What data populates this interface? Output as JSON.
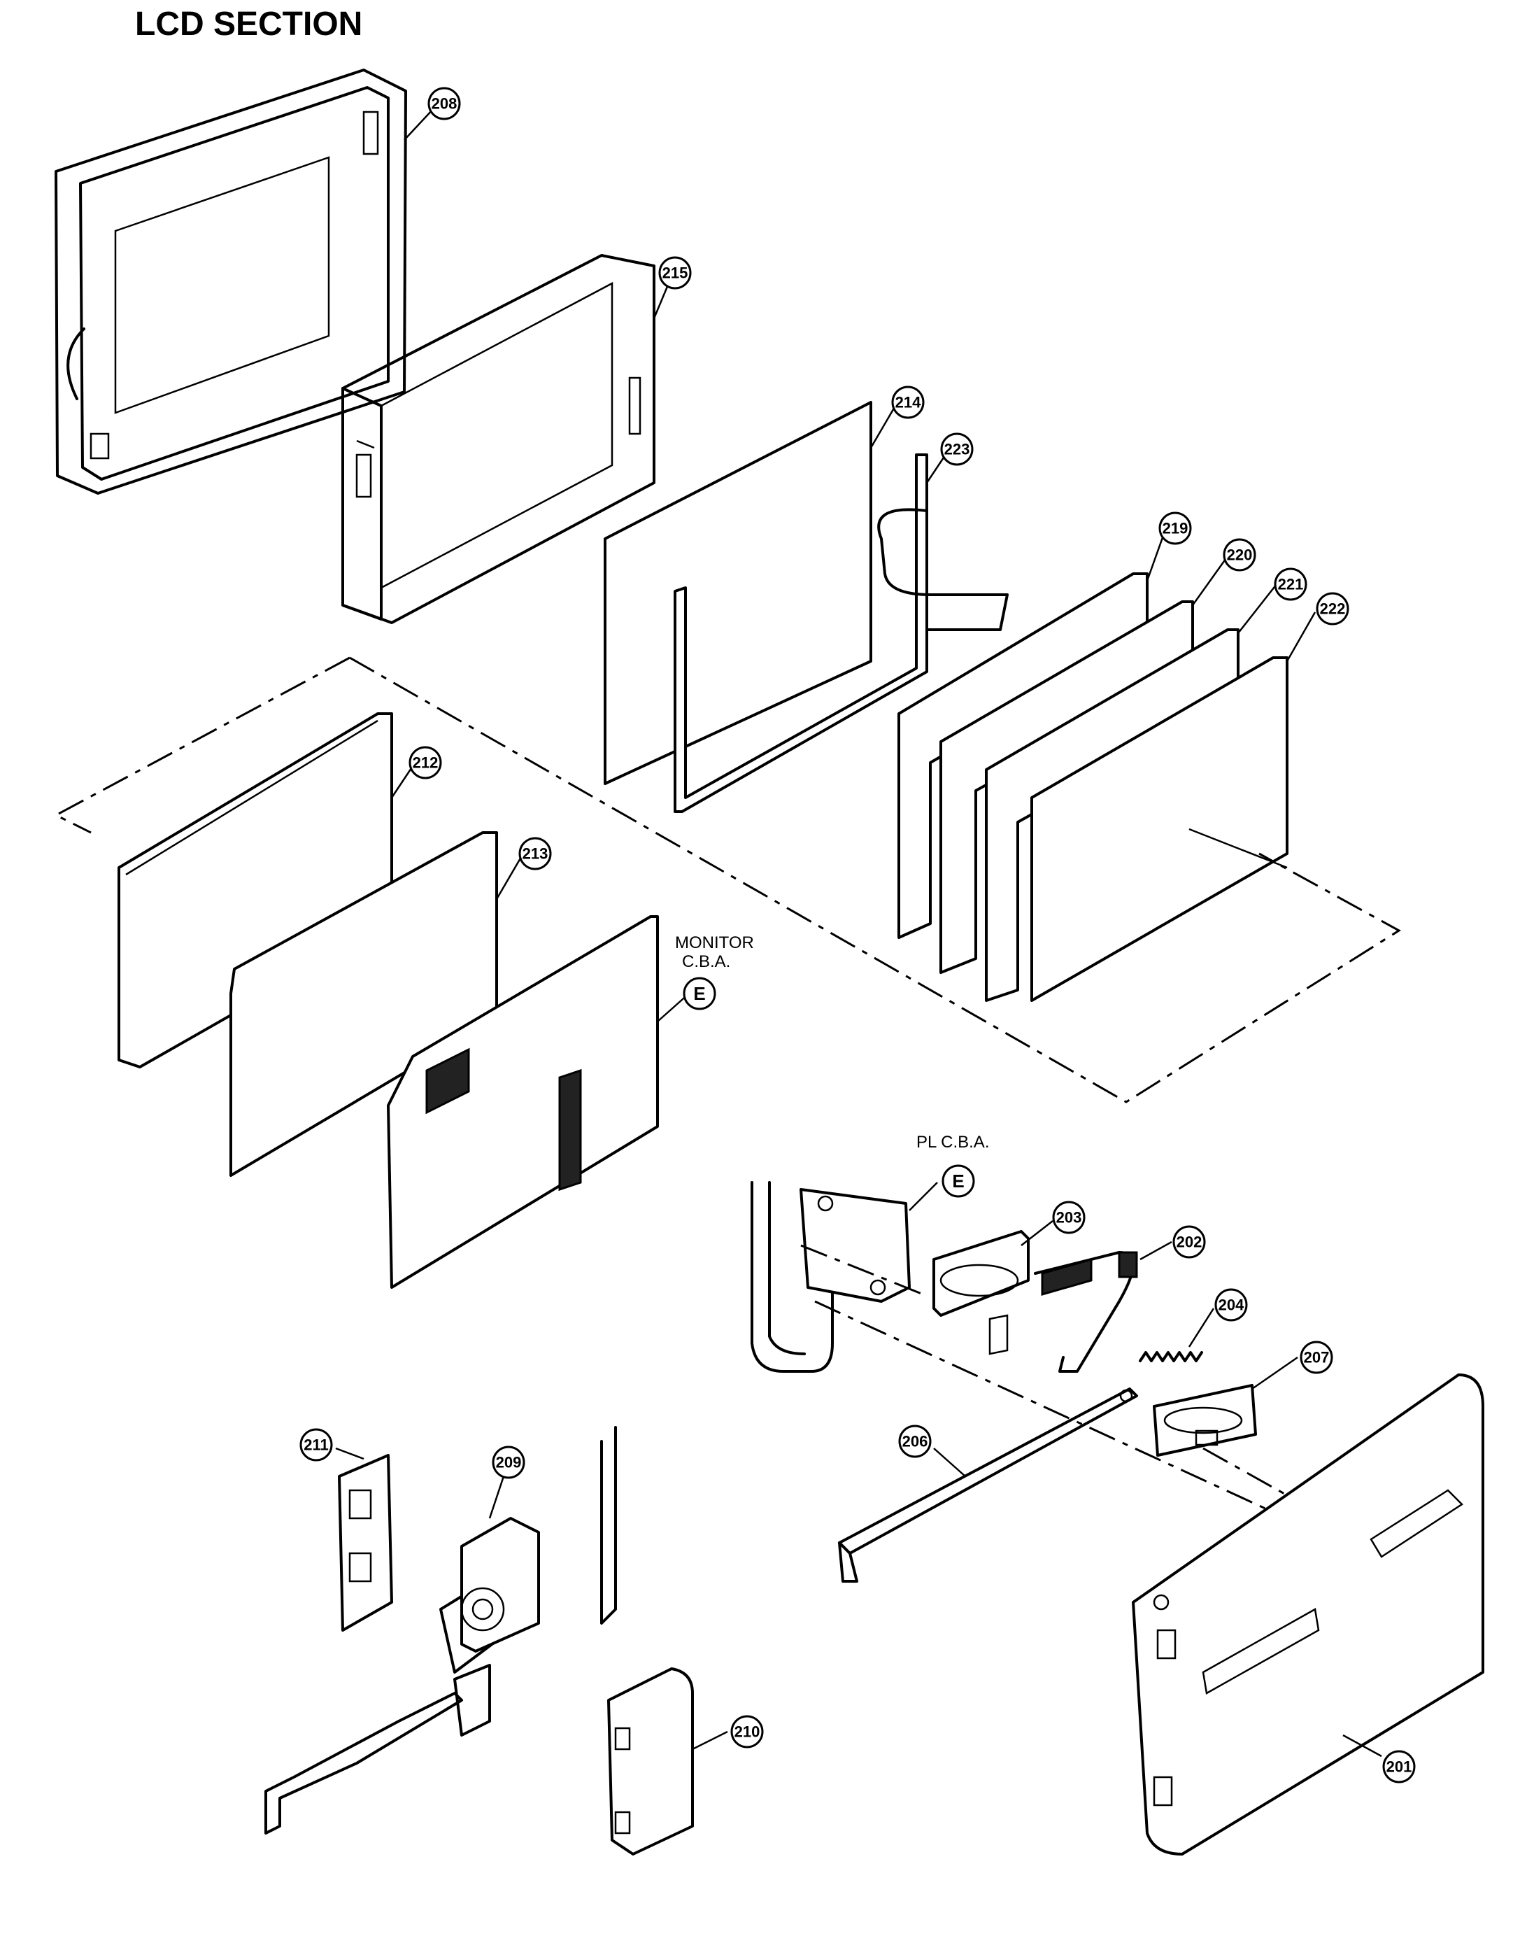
{
  "title": "LCD SECTION",
  "labels": {
    "monitor_line1": "MONITOR",
    "monitor_line2": "C.B.A.",
    "monitor_ref": "E",
    "pl_cba": "PL C.B.A.",
    "pl_ref": "E"
  },
  "callouts": {
    "p201": "201",
    "p202": "202",
    "p203": "203",
    "p204": "204",
    "p206": "206",
    "p207": "207",
    "p208": "208",
    "p209": "209",
    "p210": "210",
    "p211": "211",
    "p212": "212",
    "p213": "213",
    "p214": "214",
    "p215": "215",
    "p219": "219",
    "p220": "220",
    "p221": "221",
    "p222": "222",
    "p223": "223"
  }
}
